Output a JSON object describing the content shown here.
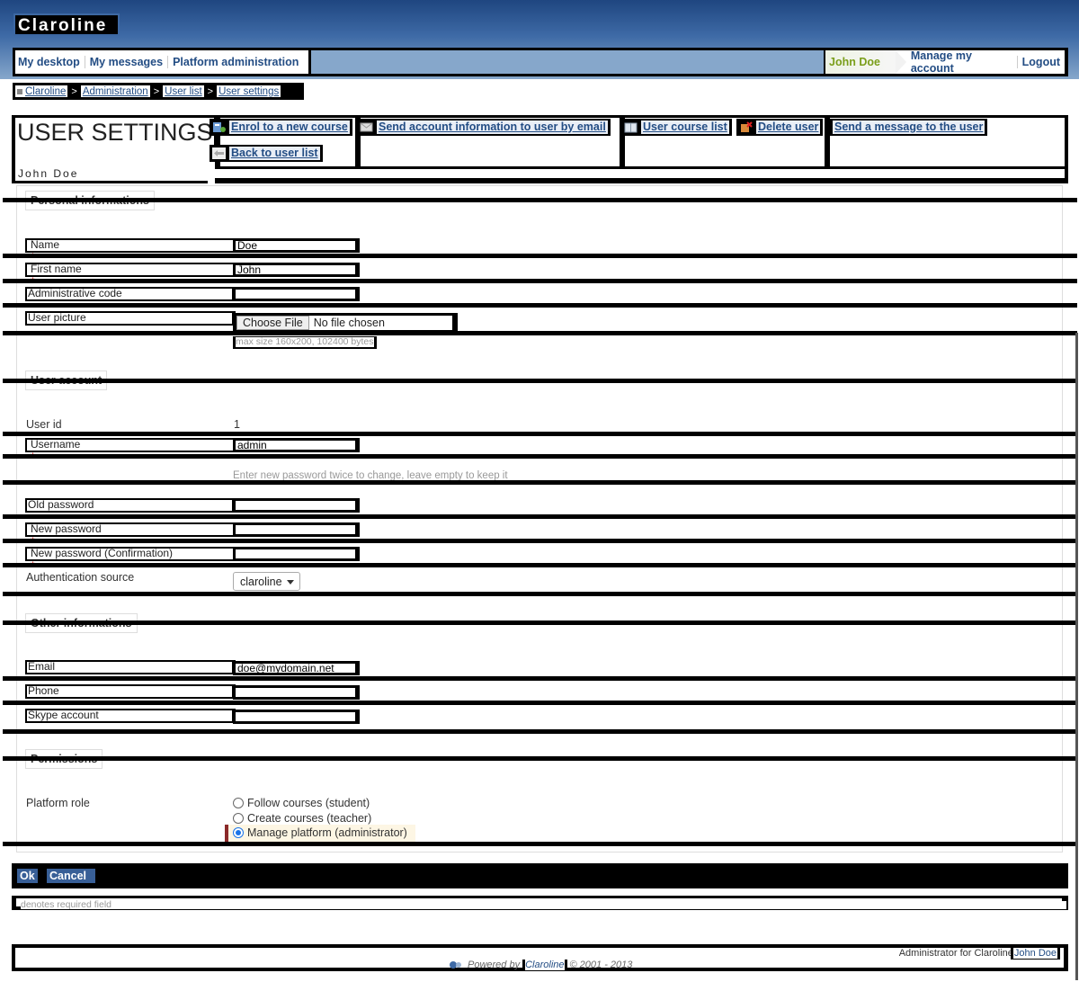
{
  "header": {
    "logo": "Claroline",
    "nav_left": [
      "My desktop",
      "My messages",
      "Platform administration"
    ],
    "user_name": "John Doe",
    "nav_right": [
      "Manage my account",
      "Logout"
    ]
  },
  "breadcrumb": [
    "Claroline",
    "Administration",
    "User list",
    "User settings"
  ],
  "breadcrumb_sep": ">",
  "page": {
    "title": "USER SETTINGS",
    "subtitle": "John Doe"
  },
  "tools": {
    "enrol": "Enrol to a new course",
    "send_info": "Send account information to user by email",
    "course_list": "User course list",
    "delete": "Delete user",
    "message": "Send a message to the user",
    "back": "Back to user list"
  },
  "sections": {
    "personal": "Personal informations",
    "account": "User account",
    "other": "Other informations",
    "permissions": "Permissions"
  },
  "personal": {
    "name_label": "Name",
    "name_value": "Doe",
    "firstname_label": "First name",
    "firstname_value": "John",
    "admin_code_label": "Administrative code",
    "admin_code_value": "",
    "picture_label": "User picture",
    "choose_file": "Choose File",
    "no_file": "No file chosen",
    "picture_hint": "max size 160x200, 102400 bytes"
  },
  "account": {
    "userid_label": "User id",
    "userid_value": "1",
    "username_label": "Username",
    "username_value": "admin",
    "password_hint": "Enter new password twice to change, leave empty to keep it",
    "old_password_label": "Old password",
    "new_password_label": "New password",
    "new_password_confirm_label": "New password (Confirmation)",
    "auth_source_label": "Authentication source",
    "auth_source_value": "claroline"
  },
  "other": {
    "email_label": "Email",
    "email_value": "doe@mydomain.net",
    "phone_label": "Phone",
    "phone_value": "",
    "skype_label": "Skype account",
    "skype_value": ""
  },
  "permissions": {
    "role_label": "Platform role",
    "roles": [
      "Follow courses (student)",
      "Create courses (teacher)",
      "Manage platform (administrator)"
    ],
    "selected_role": "Manage platform (administrator)"
  },
  "buttons": {
    "ok": "Ok",
    "cancel": "Cancel"
  },
  "required_star": "*",
  "required_note": "denotes required field",
  "footer": {
    "admin_for": "Administrator for Claroline :",
    "admin_name": "John Doe",
    "powered_by": "Powered by",
    "powered_name": "Claroline",
    "copyright": "© 2001 - 2013"
  },
  "colors": {
    "header_top": "#1f4680",
    "header_bottom": "#86a7cb",
    "link": "#234d84",
    "user_name": "#7a9e1a",
    "button_bg": "#385f97",
    "required": "#cc0000"
  }
}
